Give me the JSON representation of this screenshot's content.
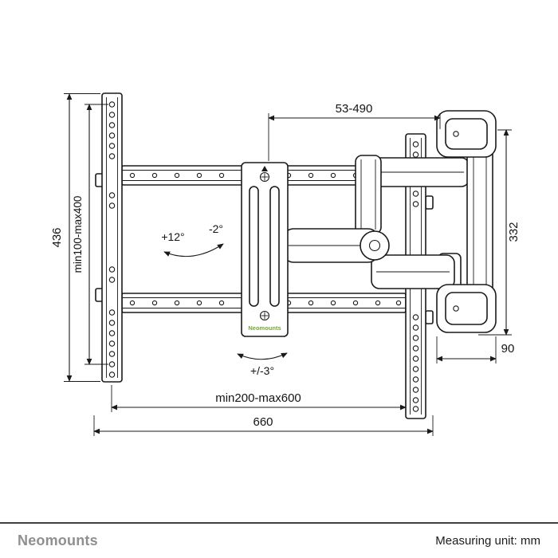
{
  "footer": {
    "brand": "Neomounts",
    "measuring_unit": "Measuring unit: mm"
  },
  "diagram": {
    "plate_logo": "Neomounts",
    "dimensions": {
      "top_width": "53-490",
      "height_left": "436",
      "vesa_vertical": "min100-max400",
      "height_right": "332",
      "bracket_depth": "90",
      "vesa_horizontal": "min200-max600",
      "width_total": "660"
    },
    "angles": {
      "tilt_up": "+12°",
      "tilt_down": "-2°",
      "swivel": "+/-3°"
    }
  },
  "colors": {
    "line": "#1a1a1a",
    "brand_green": "#73a737",
    "footer_gray": "#8f8f8f"
  }
}
